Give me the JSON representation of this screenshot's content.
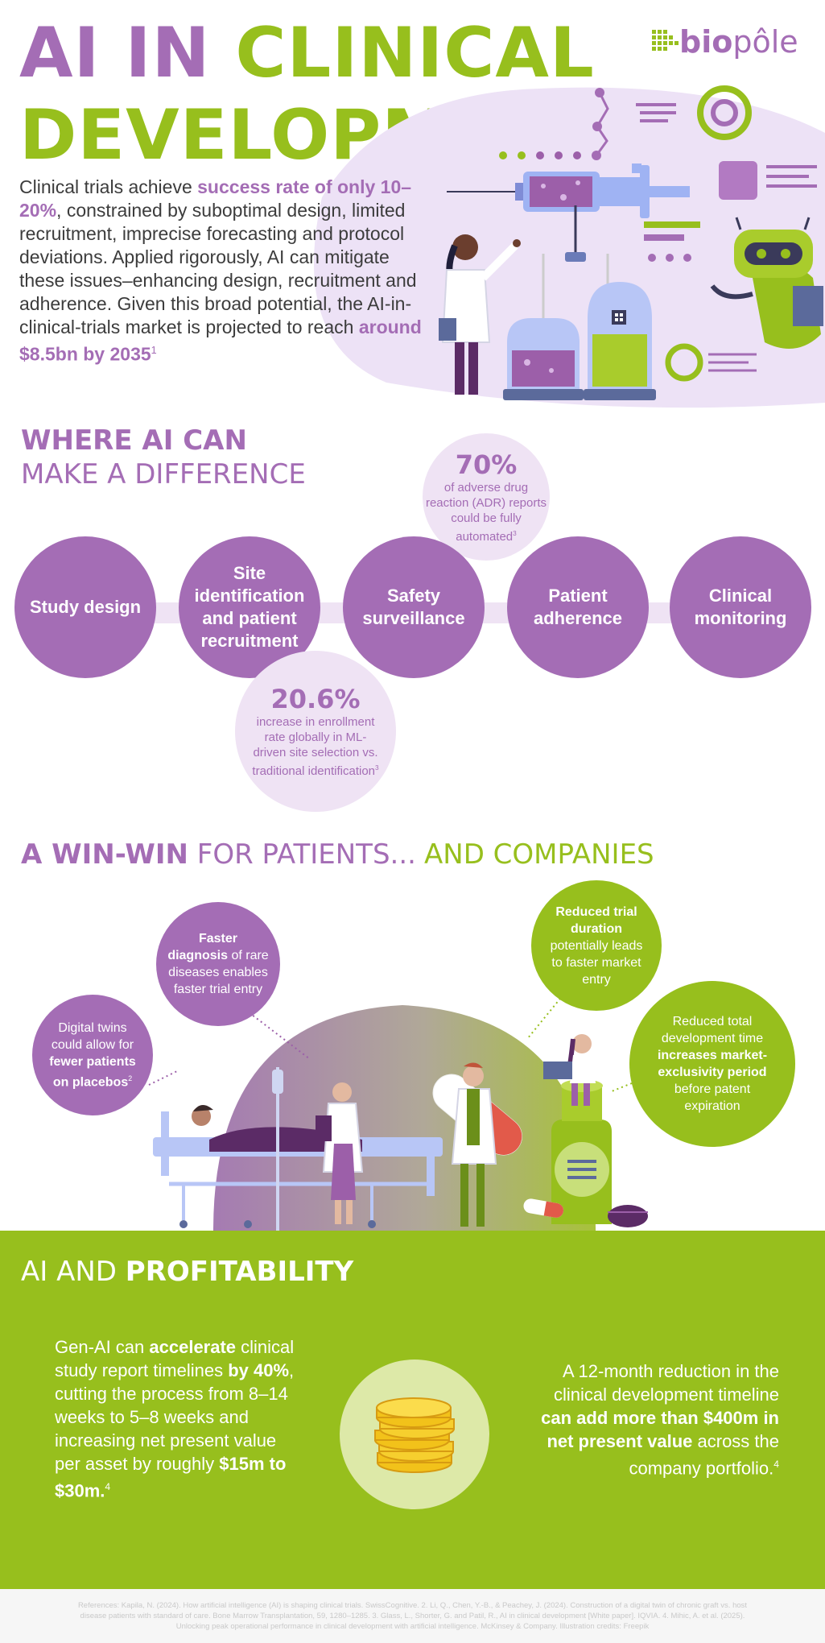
{
  "header": {
    "title_part1": "AI IN",
    "title_part2": "CLINICAL",
    "title_line2": "DEVELOPMENT",
    "logo_bold": "bio",
    "logo_light": "pôle"
  },
  "intro": {
    "text1": "Clinical trials achieve ",
    "bold1": "success rate of only 10–20%",
    "text2": ", constrained by suboptimal design, limited recruitment, imprecise forecasting and protocol deviations. Applied rigorously, AI can mitigate these issues–enhancing design, recruitment and adherence. Given this broad potential, the AI-in-clinical-trials market is projected to reach ",
    "bold2": "around $8.5bn by 2035",
    "sup": "1"
  },
  "difference": {
    "heading_bold": "WHERE AI CAN",
    "heading_light": "MAKE A DIFFERENCE",
    "circles": [
      "Study design",
      "Site identification and patient recruitment",
      "Safety surveillance",
      "Patient adherence",
      "Clinical monitoring"
    ],
    "stat_top": {
      "value": "70%",
      "text": "of adverse drug reaction (ADR) reports could be fully automated",
      "sup": "3"
    },
    "stat_bottom": {
      "value": "20.6%",
      "text": "increase in enrollment rate globally in ML-driven site selection vs. traditional identification",
      "sup": "3"
    }
  },
  "winwin": {
    "heading_bold": "A WIN-WIN",
    "heading_light": "FOR PATIENTS...",
    "heading_green": "AND COMPANIES",
    "bubble_twins": {
      "text1": "Digital twins could allow for ",
      "bold": "fewer patients on placebos",
      "sup": "2"
    },
    "bubble_diagnosis": {
      "bold": "Faster diagnosis",
      "text": " of rare diseases enables faster trial entry"
    },
    "bubble_duration": {
      "bold": "Reduced trial duration",
      "text": " potentially leads to faster market entry"
    },
    "bubble_exclusivity": {
      "text1": "Reduced total development time ",
      "bold": "increases market-exclusivity period",
      "text2": " before patent expiration"
    }
  },
  "profitability": {
    "heading_light": "AI AND ",
    "heading_bold": "PROFITABILITY",
    "left": {
      "t1": "Gen-AI can ",
      "b1": "accelerate",
      "t2": " clinical study report timelines ",
      "b2": "by 40%",
      "t3": ", cutting the process from 8–14 weeks to 5–8 weeks and increasing net present value per asset by roughly ",
      "b3": "$15m to $30m.",
      "sup": "4"
    },
    "right": {
      "t1": "A 12-month reduction in the clinical development timeline ",
      "b1": "can add more than $400m in net present value",
      "t2": " across the company portfolio.",
      "sup": "4"
    }
  },
  "footer": {
    "references": "References: Kapila, N. (2024). How artificial intelligence (AI) is shaping clinical trials. SwissCognitive. 2. Li, Q., Chen, Y.-B., & Peachey, J. (2024). Construction of a digital twin of chronic graft vs. host disease patients with standard of care. Bone Marrow Transplantation, 59, 1280–1285. 3. Glass, L., Shorter, G. and Patil, R., AI in clinical development [White paper]. IQVIA. 4. Mihic, A. et al. (2025). Unlocking peak operational performance in clinical development with artificial intelligence. McKinsey & Company. Illustration credits: Freepik"
  },
  "colors": {
    "purple": "#a46db5",
    "green": "#97bf1d",
    "light_purple": "#efe3f4",
    "text": "#3c3c3c"
  }
}
